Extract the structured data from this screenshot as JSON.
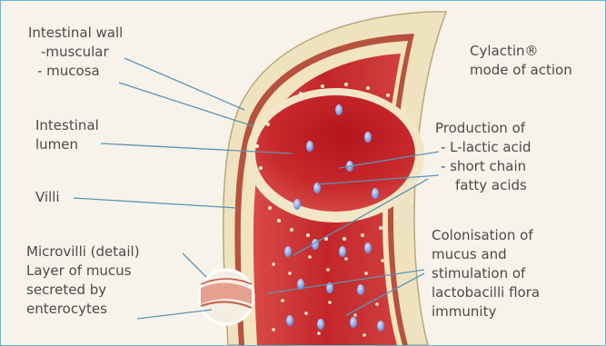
{
  "colors": {
    "frame_border": "#58b7dd",
    "background": "#f7f3ea",
    "label_text": "#4a4a4a",
    "leader_line": "#5d94b5",
    "lumen_red": "#c8292c",
    "wall_beige": "#efe3bf",
    "bacteria_blue": "#6f8fd8"
  },
  "title": {
    "line1": "Cylactin®",
    "line2": "mode of action"
  },
  "labels": {
    "intestinal_wall": "Intestinal wall",
    "muscular": "-muscular",
    "mucosa": "- mucosa",
    "lumen_line1": "Intestinal",
    "lumen_line2": "lumen",
    "villi": "Villi",
    "microvilli_line1": "Microvilli (detail)",
    "microvilli_line2": "Layer of mucus",
    "microvilli_line3": "secreted by",
    "microvilli_line4": "enterocytes",
    "production_line1": "Production of",
    "production_line2": "- L-lactic acid",
    "production_line3": "- short chain",
    "production_line4": "fatty acids",
    "colonisation_line1": "Colonisation of",
    "colonisation_line2": "mucus and",
    "colonisation_line3": "stimulation of",
    "colonisation_line4": "lactobacilli flora",
    "colonisation_line5": "immunity"
  }
}
